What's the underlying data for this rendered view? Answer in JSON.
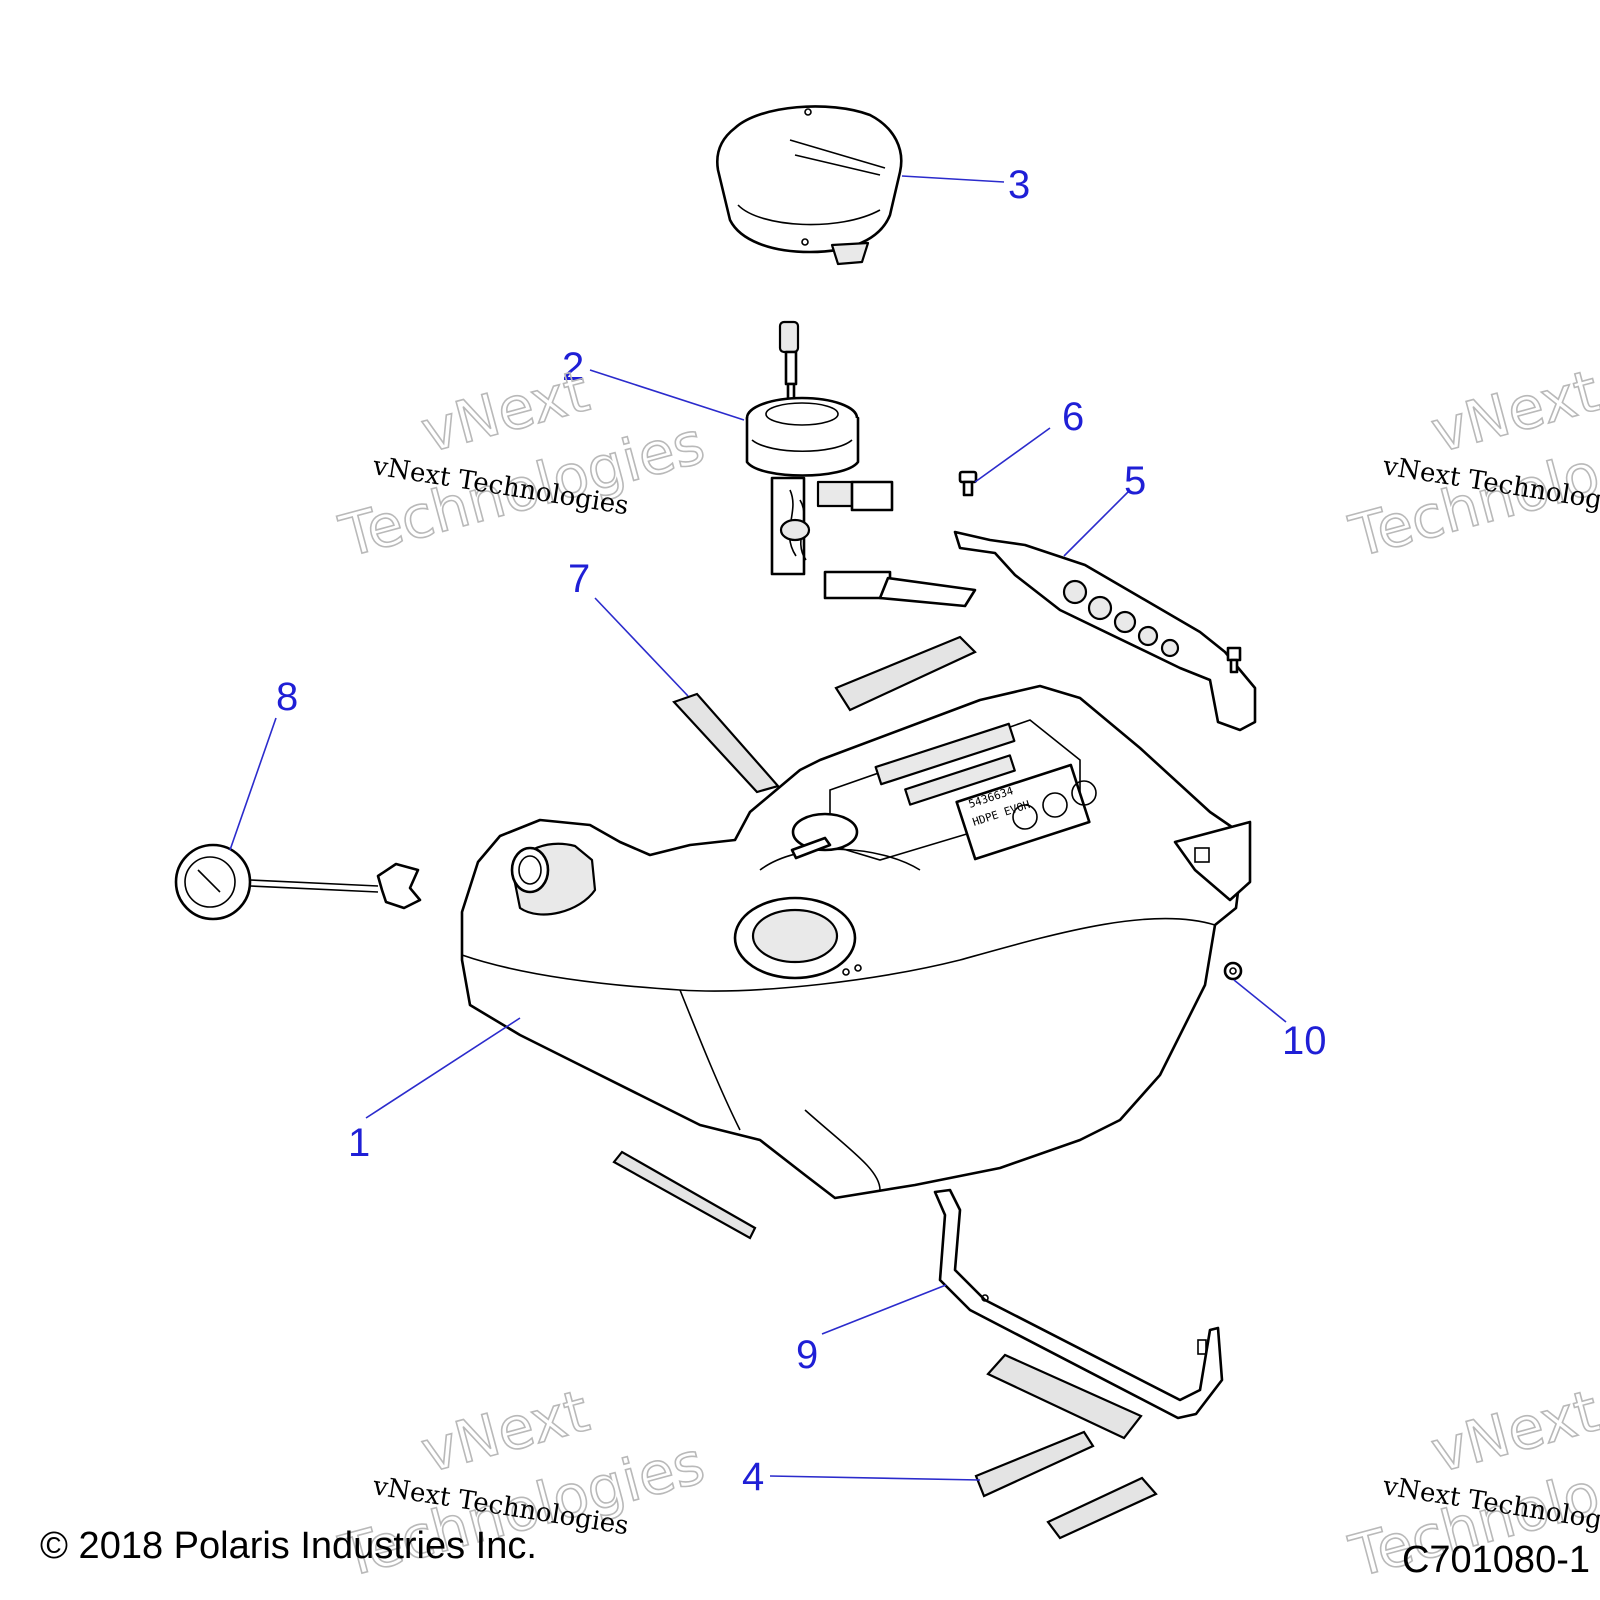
{
  "diagram": {
    "callouts": [
      {
        "id": "1",
        "label": "1"
      },
      {
        "id": "2",
        "label": "2"
      },
      {
        "id": "3",
        "label": "3"
      },
      {
        "id": "4",
        "label": "4"
      },
      {
        "id": "5",
        "label": "5"
      },
      {
        "id": "6",
        "label": "6"
      },
      {
        "id": "7",
        "label": "7"
      },
      {
        "id": "8",
        "label": "8"
      },
      {
        "id": "9",
        "label": "9"
      },
      {
        "id": "10",
        "label": "10"
      }
    ],
    "decal_lines": [
      "5436634",
      "HDPE EVOH"
    ],
    "watermark": {
      "small": "vNext Technologies",
      "big_line1": "vNext",
      "big_line2": "Technologies"
    },
    "copyright": "© 2018 Polaris Industries Inc.",
    "figure_code": "C701080-1",
    "colors": {
      "callout": "#1f1fd6",
      "leader": "#2b2bcc",
      "line": "#000000",
      "watermark": "#b9b9b9"
    }
  }
}
